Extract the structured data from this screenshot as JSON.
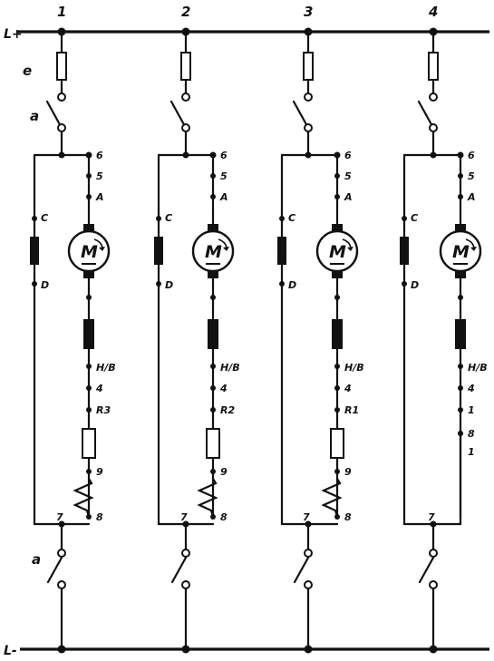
{
  "bus_labels": {
    "positive": "L+",
    "negative": "L-"
  },
  "fuse_label": "e",
  "switch_labels": {
    "top": "a",
    "bottom": "a"
  },
  "circuits": [
    {
      "number": "1",
      "terminals": [
        "6",
        "5",
        "A",
        "C",
        "D",
        "H/B",
        "4",
        "R3",
        "9",
        "7",
        "8"
      ],
      "resistor_label": "R3",
      "has_resistor": true
    },
    {
      "number": "2",
      "terminals": [
        "6",
        "5",
        "A",
        "C",
        "D",
        "H/B",
        "4",
        "R2",
        "9",
        "7",
        "8"
      ],
      "resistor_label": "R2",
      "has_resistor": true
    },
    {
      "number": "3",
      "terminals": [
        "6",
        "5",
        "A",
        "C",
        "D",
        "H/B",
        "4",
        "R1",
        "9",
        "7",
        "8"
      ],
      "resistor_label": "R1",
      "has_resistor": true
    },
    {
      "number": "4",
      "terminals": [
        "6",
        "5",
        "A",
        "C",
        "D",
        "H/B",
        "4",
        "1",
        "8",
        "7"
      ],
      "resistor_label": "",
      "has_resistor": false
    }
  ],
  "motor_symbol": "M"
}
